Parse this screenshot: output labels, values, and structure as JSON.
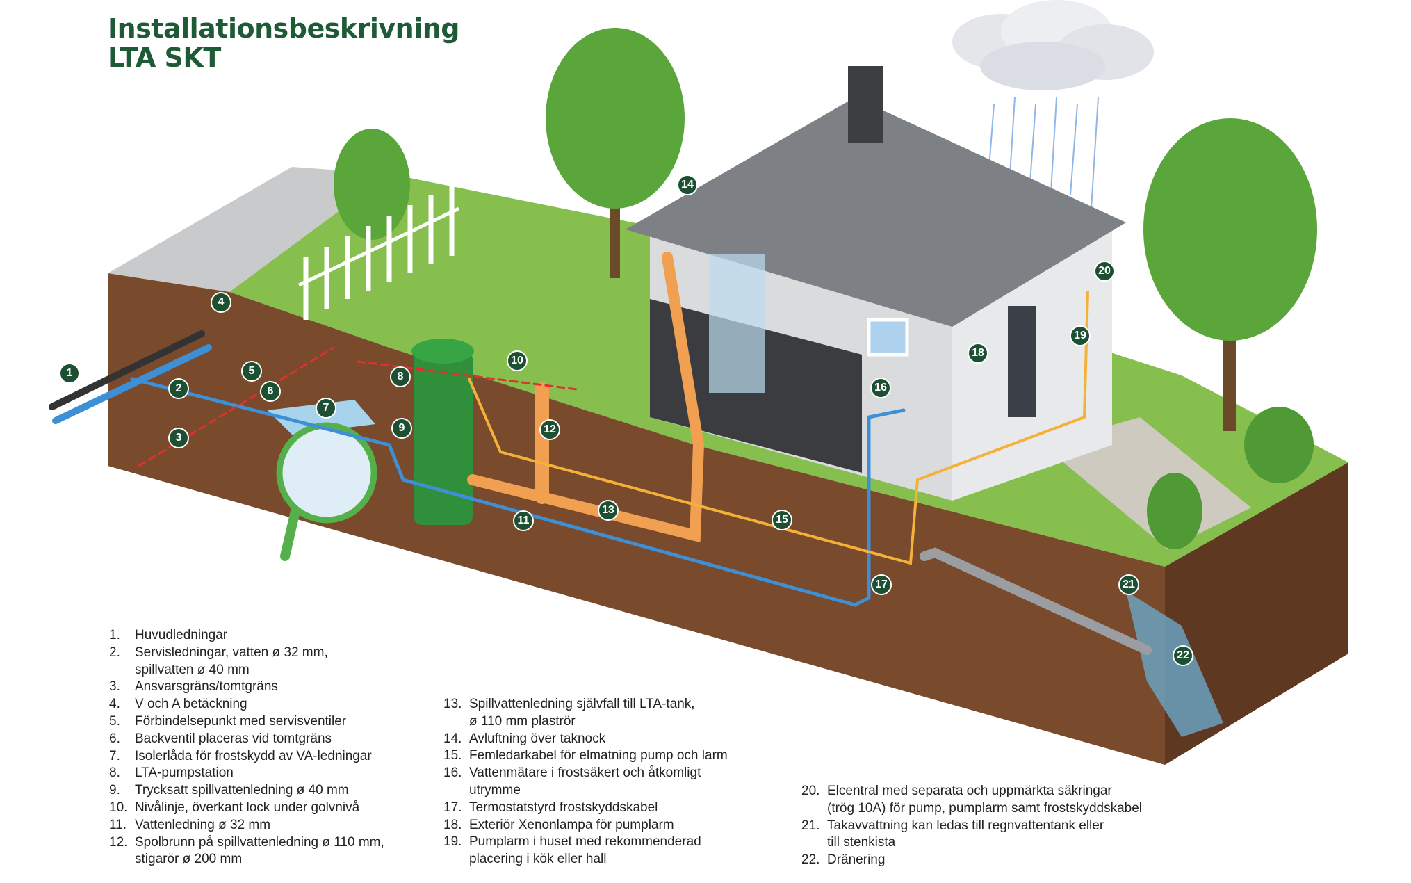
{
  "title": {
    "line1": "Installationsbeskrivning",
    "line2": "LTA SKT"
  },
  "markers": [
    "1",
    "2",
    "3",
    "4",
    "5",
    "6",
    "7",
    "8",
    "9",
    "10",
    "11",
    "12",
    "13",
    "14",
    "15",
    "16",
    "17",
    "18",
    "19",
    "20",
    "21",
    "22"
  ],
  "legend": {
    "col1": [
      {
        "num": "1.",
        "text": "Huvudledningar"
      },
      {
        "num": "2.",
        "text": "Servisledningar, vatten ø 32 mm,\nspillvatten ø 40 mm"
      },
      {
        "num": "3.",
        "text": "Ansvarsgräns/tomtgräns"
      },
      {
        "num": "4.",
        "text": "V och A betäckning"
      },
      {
        "num": "5.",
        "text": "Förbindelsepunkt med servisventiler"
      },
      {
        "num": "6.",
        "text": "Backventil placeras vid tomtgräns"
      },
      {
        "num": "7.",
        "text": "Isolerlåda för frostskydd av VA-ledningar"
      },
      {
        "num": "8.",
        "text": "LTA-pumpstation"
      },
      {
        "num": "9.",
        "text": "Trycksatt spillvattenledning ø 40 mm"
      },
      {
        "num": "10.",
        "text": "Nivålinje, överkant lock under golvnivå"
      },
      {
        "num": "11.",
        "text": "Vattenledning ø 32 mm"
      },
      {
        "num": "12.",
        "text": "Spolbrunn på spillvattenledning ø 110 mm,\nstigarör ø 200 mm"
      }
    ],
    "col2": [
      {
        "num": "13.",
        "text": "Spillvattenledning självfall till LTA-tank,\nø 110 mm plaströr"
      },
      {
        "num": "14.",
        "text": "Avluftning över taknock"
      },
      {
        "num": "15.",
        "text": "Femledarkabel för elmatning pump och larm"
      },
      {
        "num": "16.",
        "text": "Vattenmätare i frostsäkert och åtkomligt\nutrymme"
      },
      {
        "num": "17.",
        "text": "Termostatstyrd frostskyddskabel"
      },
      {
        "num": "18.",
        "text": "Exteriör Xenonlampa för pumplarm"
      },
      {
        "num": "19.",
        "text": "Pumplarm i huset med rekommenderad\nplacering i kök eller hall"
      }
    ],
    "col3": [
      {
        "num": "20.",
        "text": "Elcentral med separata och uppmärkta säkringar\n(trög 10A) för pump, pumplarm samt frostskyddskabel"
      },
      {
        "num": "21.",
        "text": "Takavvattning kan ledas till regnvattentank eller\ntill stenkista"
      },
      {
        "num": "22.",
        "text": "Dränering"
      }
    ]
  },
  "colors": {
    "title": "#1f5a36",
    "marker": "#1d4f33",
    "soil": "#7a4a2c",
    "grass": "#7fb94a",
    "water_pipe": "#3d8fd6",
    "waste_pipe": "#f0a050",
    "cable": "#f4b13a"
  }
}
